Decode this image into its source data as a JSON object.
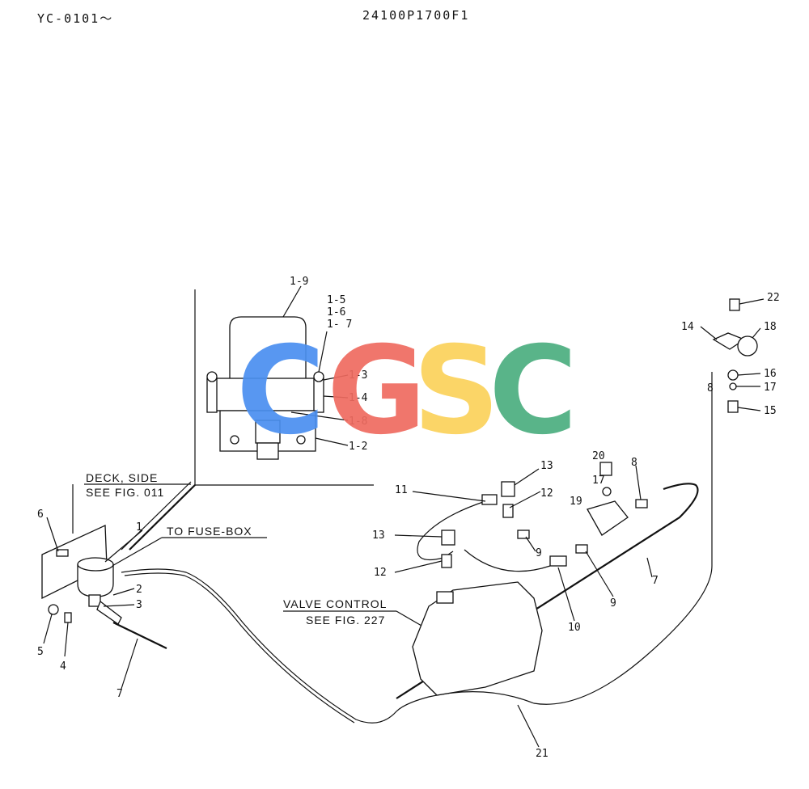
{
  "header": {
    "serial_range": "YC-0101～",
    "part_number": "24100P1700F1"
  },
  "notes": {
    "deck_side_1": "DECK, SIDE",
    "deck_side_2": "SEE FIG. 011",
    "fuse_box": "TO FUSE-BOX",
    "valve_control_1": "VALVE CONTROL",
    "valve_control_2": "SEE FIG. 227"
  },
  "watermark": {
    "letters": [
      "C",
      "G",
      "S",
      "C"
    ],
    "colors": [
      "#4a8ff0",
      "#ef6b60",
      "#fbd25b",
      "#4cae7f"
    ]
  },
  "callouts": [
    {
      "id": "c-1-9",
      "text": "1-9"
    },
    {
      "id": "c-1-5",
      "text": "1-5"
    },
    {
      "id": "c-1-6",
      "text": "1-6"
    },
    {
      "id": "c-1-7",
      "text": "1- 7"
    },
    {
      "id": "c-1-3",
      "text": "1-3"
    },
    {
      "id": "c-1-4",
      "text": "1-4"
    },
    {
      "id": "c-1-8",
      "text": "1-8"
    },
    {
      "id": "c-1-2",
      "text": "1-2"
    },
    {
      "id": "c-1",
      "text": "1"
    },
    {
      "id": "c-2",
      "text": "2"
    },
    {
      "id": "c-3",
      "text": "3"
    },
    {
      "id": "c-4",
      "text": "4"
    },
    {
      "id": "c-5",
      "text": "5"
    },
    {
      "id": "c-6",
      "text": "6"
    },
    {
      "id": "c-7a",
      "text": "7"
    },
    {
      "id": "c-7b",
      "text": "7"
    },
    {
      "id": "c-8",
      "text": "8"
    },
    {
      "id": "c-8b",
      "text": "8"
    },
    {
      "id": "c-9a",
      "text": "9"
    },
    {
      "id": "c-9b",
      "text": "9"
    },
    {
      "id": "c-10",
      "text": "10"
    },
    {
      "id": "c-11",
      "text": "11"
    },
    {
      "id": "c-12a",
      "text": "12"
    },
    {
      "id": "c-12b",
      "text": "12"
    },
    {
      "id": "c-13a",
      "text": "13"
    },
    {
      "id": "c-13b",
      "text": "13"
    },
    {
      "id": "c-14",
      "text": "14"
    },
    {
      "id": "c-15",
      "text": "15"
    },
    {
      "id": "c-16",
      "text": "16"
    },
    {
      "id": "c-17a",
      "text": "17"
    },
    {
      "id": "c-17b",
      "text": "17"
    },
    {
      "id": "c-18",
      "text": "18"
    },
    {
      "id": "c-19",
      "text": "19"
    },
    {
      "id": "c-20",
      "text": "20"
    },
    {
      "id": "c-21",
      "text": "21"
    },
    {
      "id": "c-22",
      "text": "22"
    }
  ]
}
